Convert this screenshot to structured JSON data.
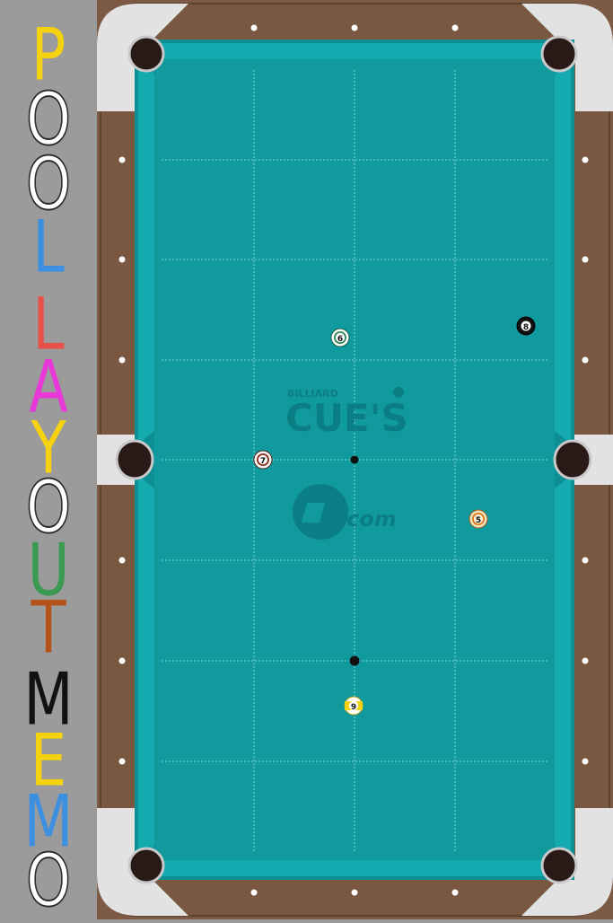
{
  "sidebar": {
    "letters": [
      {
        "char": "P",
        "color": "#f5d20f"
      },
      {
        "char": "O",
        "color": "#ffffff"
      },
      {
        "char": "O",
        "color": "#ffffff"
      },
      {
        "char": "L",
        "color": "#3d8fe0"
      },
      {
        "char": "L",
        "color": "#e8504a"
      },
      {
        "char": "A",
        "color": "#e838d8"
      },
      {
        "char": "Y",
        "color": "#f5d20f"
      },
      {
        "char": "O",
        "color": "#ffffff"
      },
      {
        "char": "U",
        "color": "#3a9a52"
      },
      {
        "char": "T",
        "color": "#b3531a"
      },
      {
        "char": "M",
        "color": "#111111"
      },
      {
        "char": "E",
        "color": "#f5d20f"
      },
      {
        "char": "M",
        "color": "#3d8fe0"
      },
      {
        "char": "O",
        "color": "#ffffff"
      }
    ]
  },
  "logo": {
    "small": "BILLIARD",
    "main": "CUE'S",
    "sub": "com"
  },
  "balls": [
    {
      "number": "6",
      "color": "#2e8b57",
      "stripe": false
    },
    {
      "number": "8",
      "color": "#111111",
      "stripe": false
    },
    {
      "number": "7",
      "color": "#8b2a1a",
      "stripe": false
    },
    {
      "number": "5",
      "color": "#e07a14",
      "stripe": false
    },
    {
      "number": "9",
      "color": "#f5d20f",
      "stripe": true
    }
  ],
  "colors": {
    "felt": "#119a9e",
    "rail": "#13a6aa",
    "wood": "#7d5a43",
    "corner": "#e2e2e2",
    "pocket": "#2a1a17"
  }
}
